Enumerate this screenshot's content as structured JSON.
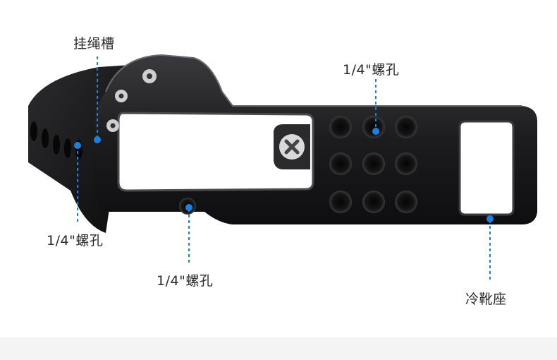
{
  "callouts": {
    "strap_slot": "挂绳槽",
    "screw_hole_top": "1/4\"螺孔",
    "screw_hole_left": "1/4\"螺孔",
    "screw_hole_bottom": "1/4\"螺孔",
    "cold_shoe": "冷靴座"
  },
  "colors": {
    "accent": "#1e7fe0",
    "bracket": "#1b1b1d",
    "text": "#2a2a2a"
  }
}
